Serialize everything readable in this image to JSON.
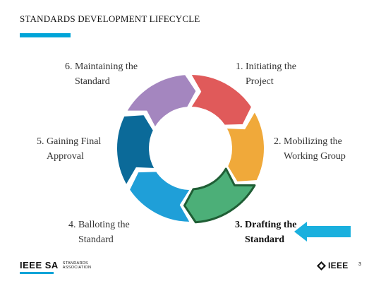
{
  "slide": {
    "title": "STANDARDS DEVELOPMENT LIFECYCLE",
    "page_number": "3"
  },
  "cycle": {
    "steps": [
      {
        "line1": "1. Initiating the",
        "line2": "Project",
        "color": "#e05a5a"
      },
      {
        "line1": "2. Mobilizing the",
        "line2": "Working Group",
        "color": "#f0a93a"
      },
      {
        "line1": "3. Drafting the",
        "line2": "Standard",
        "color": "#4caf78",
        "highlighted": true
      },
      {
        "line1": "4. Balloting the",
        "line2": "Standard",
        "color": "#1f9fd8"
      },
      {
        "line1": "5. Gaining Final",
        "line2": "Approval",
        "color": "#0b6a99"
      },
      {
        "line1": "6. Maintaining the",
        "line2": "Standard",
        "color": "#a486bf"
      }
    ],
    "pointer_color": "#1ab0de"
  },
  "footer": {
    "brand": "IEEE SA",
    "assoc_line1": "STANDARDS",
    "assoc_line2": "ASSOCIATION",
    "ieee_logo": "IEEE",
    "accent": "#00a4d8"
  }
}
